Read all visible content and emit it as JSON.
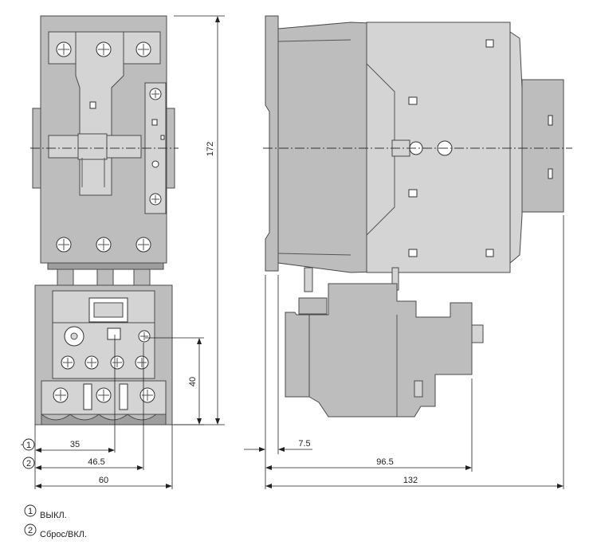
{
  "dimensions": {
    "height_total": "172",
    "height_relay": "40",
    "width_pos1": "35",
    "width_pos2": "46.5",
    "width_total": "60",
    "side_offset": "7.5",
    "side_depth": "96.5",
    "side_total": "132"
  },
  "callouts": {
    "one": "1",
    "two": "2"
  },
  "legend": [
    {
      "number": "1",
      "label": "ВЫКЛ."
    },
    {
      "number": "2",
      "label": "Сброс/ВКЛ."
    }
  ]
}
